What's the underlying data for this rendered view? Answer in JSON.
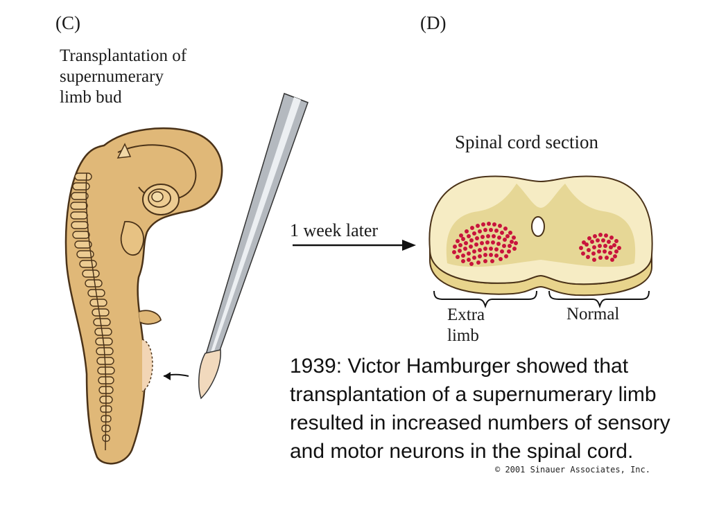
{
  "panels": {
    "c": {
      "label": "(C)",
      "caption_lines": [
        "Transplantation of",
        "supernumerary",
        "limb bud"
      ]
    },
    "d": {
      "label": "(D)",
      "section_title": "Spinal cord section",
      "arrow_label": "1 week later",
      "left_brace_label_lines": [
        "Extra",
        "limb"
      ],
      "right_brace_label": "Normal"
    }
  },
  "description": "1939: Victor Hamburger showed that transplantation of a supernumerary limb resulted in increased numbers of sensory and motor neurons in the spinal cord.",
  "copyright": "© 2001 Sinauer Associates, Inc.",
  "colors": {
    "embryo_fill": "#e0b878",
    "embryo_outline": "#4a3218",
    "cord_outer": "#f6ecc4",
    "cord_gray_matter": "#e6d796",
    "neuron_dots": "#c8143c",
    "forceps": "#9aa0a6"
  }
}
